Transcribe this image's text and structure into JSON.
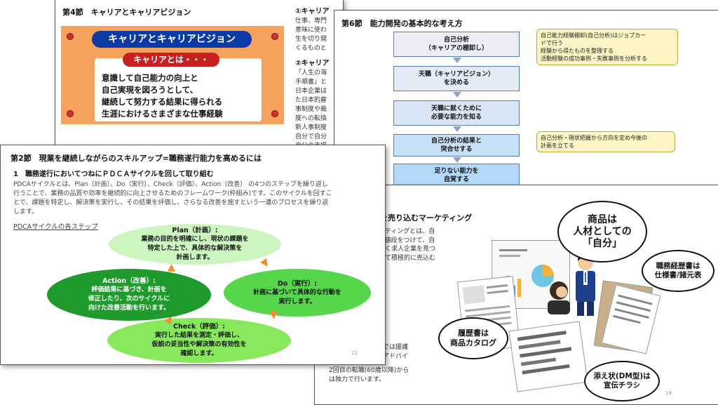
{
  "slide1": {
    "title": "第4節　キャリアとキャリアビジョン",
    "banner_heading": "キャリアとキャリアビジョン",
    "banner_label": "キャリアとは・・・",
    "banner_lines": [
      "意識して自己能力の向上と",
      "自己実現を図ろうとして、",
      "継続して努力する結果に得られる",
      "生涯におけるさまざまな仕事経験"
    ],
    "col_head1": "①キャリア",
    "col_lines1": [
      "仕事、専門",
      "意味に使わ",
      "生を切り開",
      "くるものと"
    ],
    "col_head2": "②キャリア",
    "col_lines2": [
      "「人生の海",
      "手順書」と",
      "日本企業は",
      "た日本的雇",
      "事制度や裁",
      "度への転換",
      "新人事制度",
      "自分で自分",
      "自分の市場"
    ]
  },
  "slide2": {
    "title": "第6節　能力開発の基本的な考え方",
    "steps": [
      {
        "line1": "自己分析",
        "line2": "（キャリアの棚卸し）"
      },
      {
        "line1": "天職（キャリアビジョン）",
        "line2": "を決める"
      },
      {
        "line1": "天職に就くために",
        "line2": "必要な能力を知る"
      },
      {
        "line1": "自己分析の結果と",
        "line2": "突合せする"
      },
      {
        "line1": "足りない能力を",
        "line2": "自覚する"
      }
    ],
    "note1": [
      "自己能力経験棚卸(自己分析)はジョブカー",
      "ドで行う",
      "経験から得たものを整理する",
      "活動経験の成功事例・失敗事例を分析する"
    ],
    "note2": [
      "自己分析・現状把握から方向を定め今後の",
      "計画を立てる"
    ]
  },
  "slide3": {
    "title": "分を売り込むマーケティング",
    "text1": [
      "ーケティングとは、自",
      "って値段をつけて、自",
      "で早く求人企業を見つ",
      "わせて積極的に売込む"
    ],
    "text2": [
      "動では援護",
      "。アドバイ"
    ],
    "text3": [
      "2回目の転職(60歳以降)から",
      "は独力で行います。"
    ],
    "bubble_main": [
      "商品は",
      "人材としての",
      "「自分」"
    ],
    "bubble_resume": [
      "職務経歴書は",
      "仕様書/諸元表"
    ],
    "bubble_cv": [
      "履歴書は",
      "商品カタログ"
    ],
    "bubble_letter": [
      "添え状(DM型)は",
      "宣伝チラシ"
    ],
    "page_number": "18"
  },
  "slide4": {
    "title": "第2節　現業を継続しながらのスキルアップ=職務遂行能力を高めるには",
    "subtitle": "1　職務遂行においてつねにＰＤＣＡサイクルを回して取り組む",
    "para": [
      "PDCAサイクルとは、Plan（計画）、Do（実行）、Check（評価）、Action（改善） の4つのステップを繰り返し",
      "行うことで、業務の品質や効率を継続的に向上させるためのフレームワーク(枠組み)です。このサイクルを回すこ",
      "とで、課題を特定し、解決策を実行し、その結果を評価し、さらなる改善を施すという一連のプロセスを繰り返",
      "します。"
    ],
    "link": "PDCAサイクルの各ステップ",
    "plan": {
      "head": "Plan（計画）:",
      "lines": [
        "業務の目的を明確にし、現状の課題を",
        "特定した上で、具体的な解決策を",
        "計画します。"
      ]
    },
    "do": {
      "head": "Do（実行）:",
      "lines": [
        "計画に基づいて具体的な行動を",
        "実行します。"
      ]
    },
    "check": {
      "head": "Check（評価）:",
      "lines": [
        "実行した結果を測定・評価し、",
        "仮説の妥当性や解決策の有効性を",
        "確認します。"
      ]
    },
    "action": {
      "head": "Action（改善）:",
      "lines": [
        "評価結果に基づき、計画を",
        "修正したり、次のサイクルに",
        "向けた改善活動を行います。"
      ]
    },
    "page_number": "22"
  },
  "colors": {
    "banner_orange": "#f4a25d",
    "banner_blue": "#0b3aa4",
    "banner_red": "#c82020",
    "plan_fill": "#ccf5bf",
    "do_fill": "#56d64a",
    "check_fill": "#88e85c",
    "action_fill": "#1f9a2c",
    "arrow_orange": "#f08c2a"
  }
}
